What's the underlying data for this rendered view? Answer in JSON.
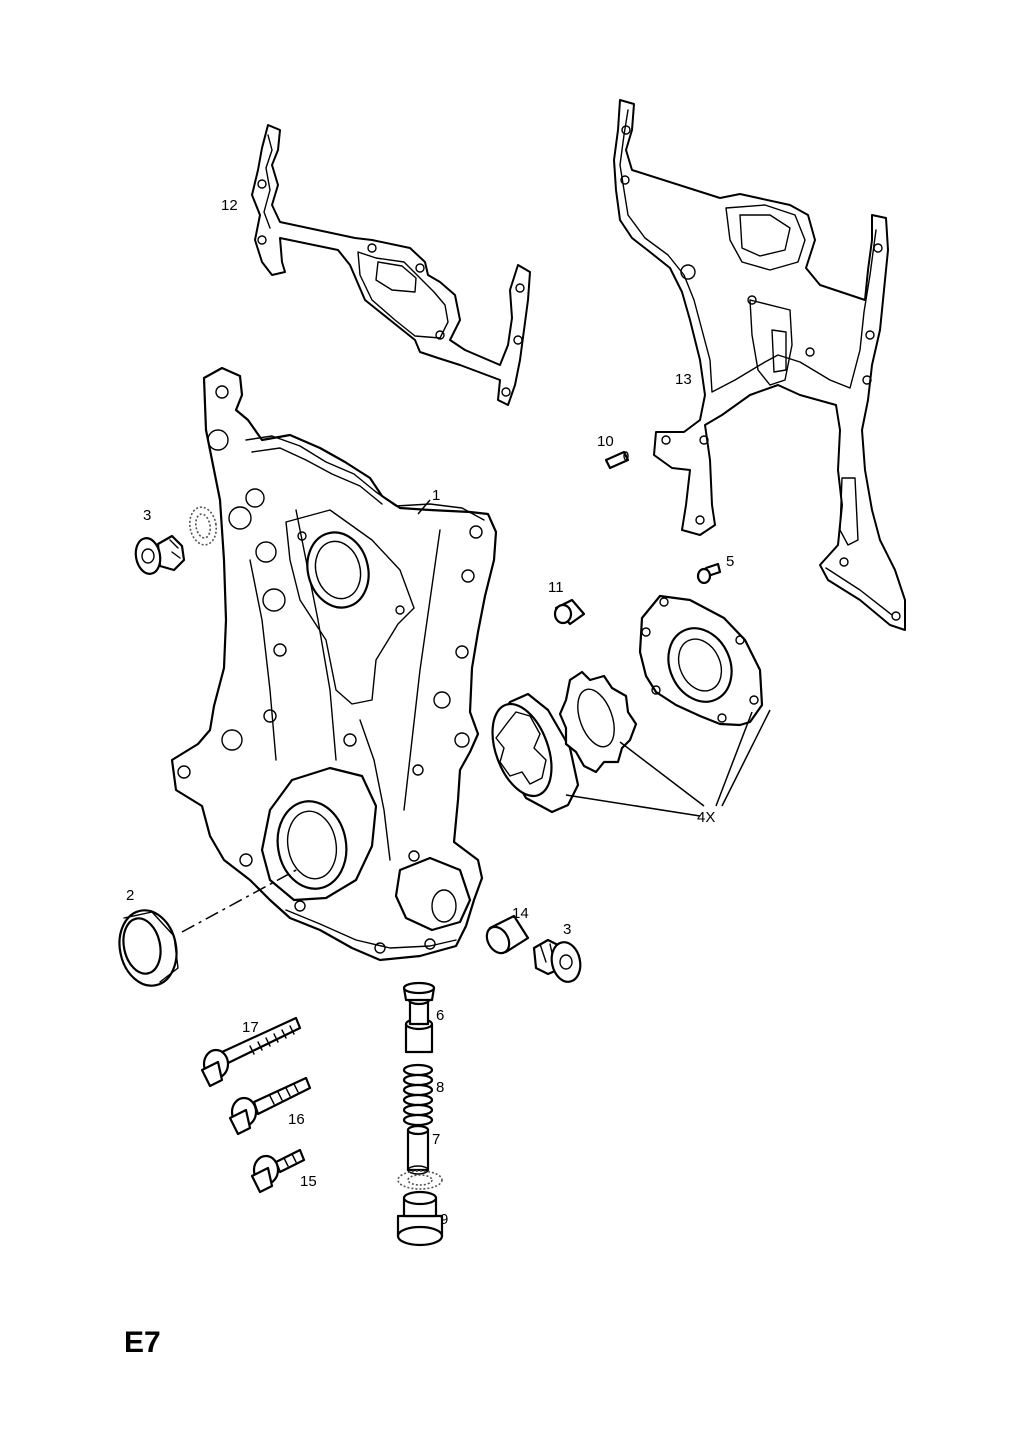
{
  "diagram_id": "E7",
  "callouts": {
    "c1": "1",
    "c2": "2",
    "c3a": "3",
    "c3b": "3",
    "c4x": "4X",
    "c5": "5",
    "c6": "6",
    "c7": "7",
    "c8": "8",
    "c9": "9",
    "c10": "10",
    "c11": "11",
    "c12": "12",
    "c13": "13",
    "c14": "14",
    "c15": "15",
    "c16": "16",
    "c17": "17"
  }
}
